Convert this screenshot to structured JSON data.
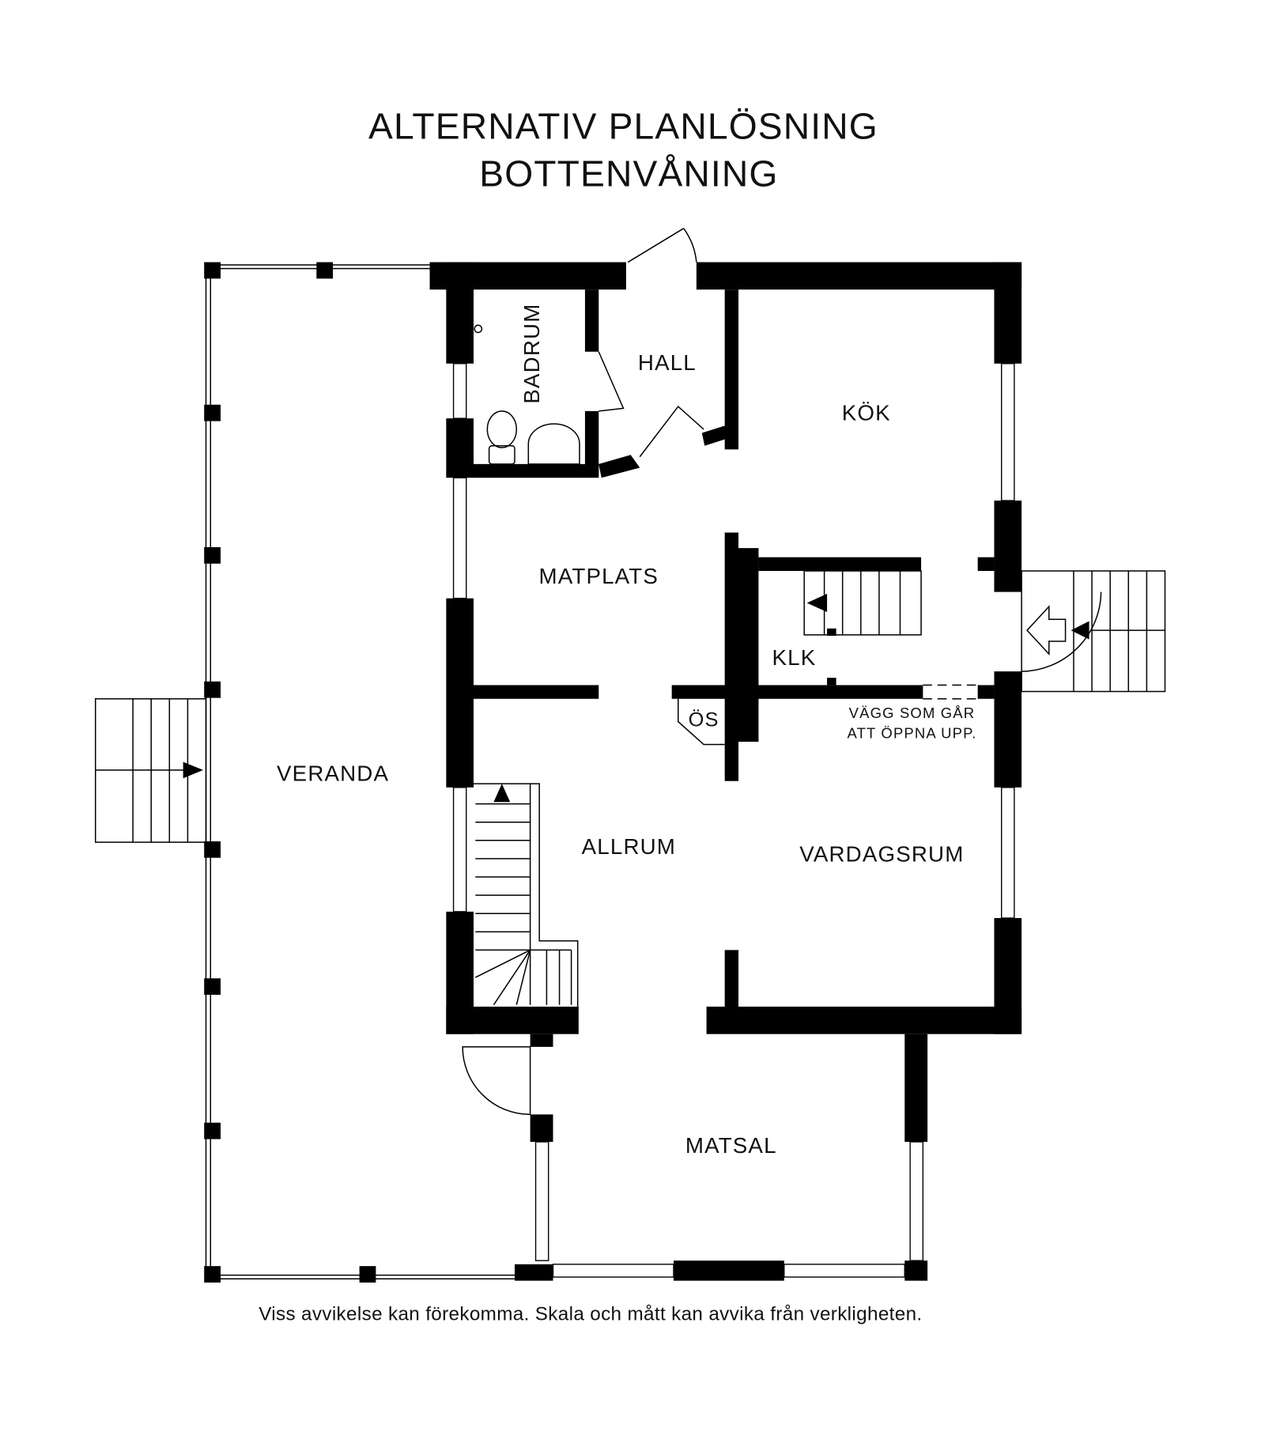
{
  "title": {
    "line1": "ALTERNATIV PLANLÖSNING",
    "line2": "BOTTENVÅNING"
  },
  "rooms": {
    "badrum": "BADRUM",
    "hall": "HALL",
    "kok": "KÖK",
    "matplats": "MATPLATS",
    "klk": "KLK",
    "os": "ÖS",
    "veranda": "VERANDA",
    "allrum": "ALLRUM",
    "vardagsrum": "VARDAGSRUM",
    "matsal": "MATSAL"
  },
  "note": {
    "line1": "VÄGG SOM GÅR",
    "line2": "ATT ÖPPNA UPP."
  },
  "disclaimer": "Viss avvikelse kan förekomma. Skala och mått kan avvika från verkligheten."
}
